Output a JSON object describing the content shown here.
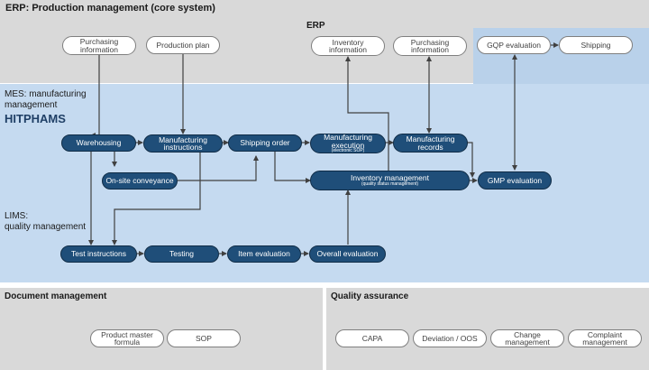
{
  "sections": {
    "erp_title": "ERP: Production management (core system)",
    "erp_mid": "ERP",
    "mes_line1": "MES: manufacturing",
    "mes_line2": "management",
    "mes_brand": "HITPHAMS",
    "lims_line1": "LIMS:",
    "lims_line2": "quality management",
    "doc_title": "Document management",
    "qa_title": "Quality assurance"
  },
  "erp_nodes": {
    "purchasing_info_1": "Purchasing\ninformation",
    "production_plan": "Production plan",
    "inventory_info": "Inventory\ninformation",
    "purchasing_info_2": "Purchasing\ninformation",
    "gqp_evaluation": "GQP evaluation",
    "shipping": "Shipping"
  },
  "mes_nodes": {
    "warehousing": "Warehousing",
    "manufacturing_instructions": "Manufacturing\ninstructions",
    "shipping_order": "Shipping order",
    "manufacturing_execution": "Manufacturing\nexecution",
    "manufacturing_execution_sub": "(electronic SOP)",
    "manufacturing_records": "Manufacturing\nrecords",
    "on_site_conveyance": "On-site conveyance",
    "inventory_management": "Inventory management",
    "inventory_management_sub": "(quality status management)",
    "gmp_evaluation": "GMP evaluation"
  },
  "lims_nodes": {
    "test_instructions": "Test instructions",
    "testing": "Testing",
    "item_evaluation": "Item evaluation",
    "overall_evaluation": "Overall evaluation"
  },
  "doc_nodes": {
    "product_master_formula": "Product master\nformula",
    "sop": "SOP"
  },
  "qa_nodes": {
    "capa": "CAPA",
    "deviation_oos": "Deviation / OOS",
    "change_management": "Change\nmanagement",
    "complaint_management": "Complaint\nmanagement"
  },
  "colors": {
    "erp_bg": "#d9d9d9",
    "mes_bg": "#c5daf0",
    "node_dark": "#1f4e79",
    "arrow": "#404040"
  }
}
